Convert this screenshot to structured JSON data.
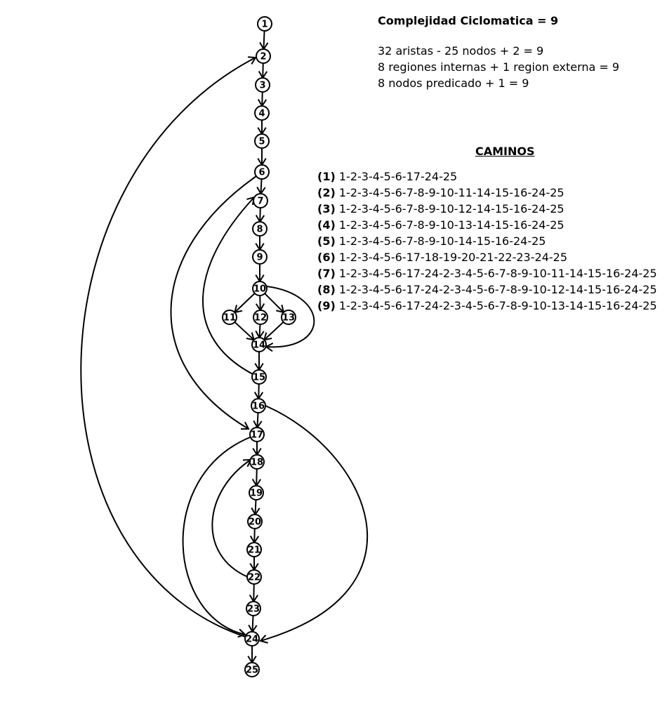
{
  "complexity": {
    "title": "Complejidad Ciclomatica = 9",
    "lines": [
      "32 aristas - 25 nodos + 2 = 9",
      "8 regiones internas + 1 region externa = 9",
      "8 nodos predicado + 1 = 9"
    ]
  },
  "paths": {
    "title": "CAMINOS",
    "items": [
      {
        "num": "(1)",
        "path": "1-2-3-4-5-6-17-24-25"
      },
      {
        "num": "(2)",
        "path": "1-2-3-4-5-6-7-8-9-10-11-14-15-16-24-25"
      },
      {
        "num": "(3)",
        "path": "1-2-3-4-5-6-7-8-9-10-12-14-15-16-24-25"
      },
      {
        "num": "(4)",
        "path": "1-2-3-4-5-6-7-8-9-10-13-14-15-16-24-25"
      },
      {
        "num": "(5)",
        "path": "1-2-3-4-5-6-7-8-9-10-14-15-16-24-25"
      },
      {
        "num": "(6)",
        "path": "1-2-3-4-5-6-17-18-19-20-21-22-23-24-25"
      },
      {
        "num": "(7)",
        "path": "1-2-3-4-5-6-17-24-2-3-4-5-6-7-8-9-10-11-14-15-16-24-25"
      },
      {
        "num": "(8)",
        "path": "1-2-3-4-5-6-17-24-2-3-4-5-6-7-8-9-10-12-14-15-16-24-25"
      },
      {
        "num": "(9)",
        "path": "1-2-3-4-5-6-17-24-2-3-4-5-6-7-8-9-10-13-14-15-16-24-25"
      }
    ]
  },
  "graph": {
    "nodes": [
      "1",
      "2",
      "3",
      "4",
      "5",
      "6",
      "7",
      "8",
      "9",
      "10",
      "11",
      "12",
      "13",
      "14",
      "15",
      "16",
      "17",
      "18",
      "19",
      "20",
      "21",
      "22",
      "23",
      "24",
      "25"
    ],
    "edges": [
      [
        "1",
        "2"
      ],
      [
        "2",
        "3"
      ],
      [
        "3",
        "4"
      ],
      [
        "4",
        "5"
      ],
      [
        "5",
        "6"
      ],
      [
        "6",
        "7"
      ],
      [
        "6",
        "17"
      ],
      [
        "7",
        "8"
      ],
      [
        "8",
        "9"
      ],
      [
        "9",
        "10"
      ],
      [
        "10",
        "11"
      ],
      [
        "10",
        "12"
      ],
      [
        "10",
        "13"
      ],
      [
        "10",
        "14"
      ],
      [
        "11",
        "14"
      ],
      [
        "12",
        "14"
      ],
      [
        "13",
        "14"
      ],
      [
        "14",
        "15"
      ],
      [
        "15",
        "16"
      ],
      [
        "15",
        "7"
      ],
      [
        "16",
        "17"
      ],
      [
        "16",
        "24"
      ],
      [
        "17",
        "18"
      ],
      [
        "17",
        "24"
      ],
      [
        "18",
        "19"
      ],
      [
        "19",
        "20"
      ],
      [
        "20",
        "21"
      ],
      [
        "21",
        "22"
      ],
      [
        "22",
        "23"
      ],
      [
        "22",
        "18"
      ],
      [
        "23",
        "24"
      ],
      [
        "24",
        "2"
      ],
      [
        "24",
        "25"
      ]
    ]
  }
}
